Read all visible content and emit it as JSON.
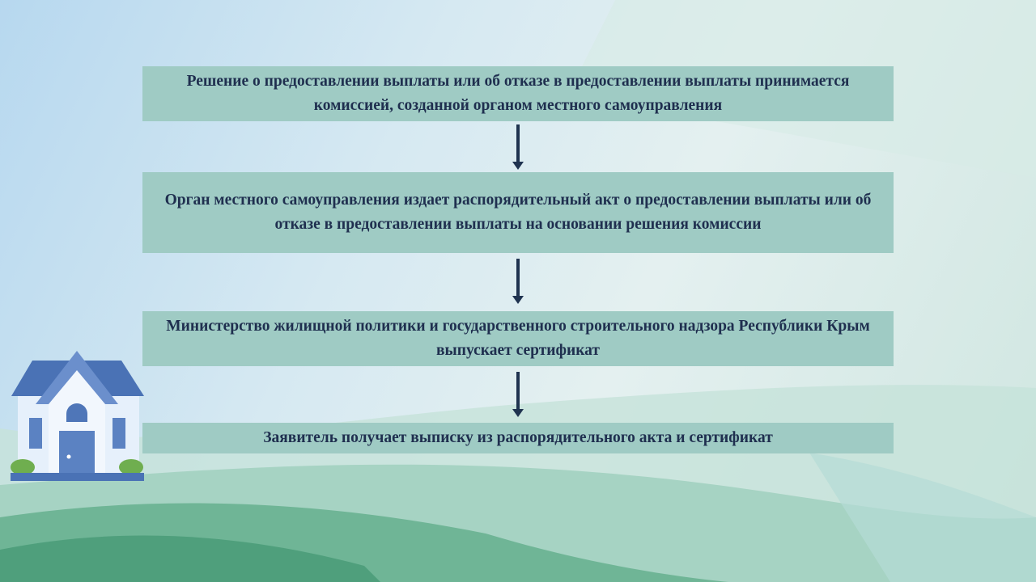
{
  "steps": [
    {
      "text": "Решение о предоставлении выплаты или об отказе в предоставлении выплаты принимается комиссией, созданной органом местного самоуправления"
    },
    {
      "text": "Орган местного самоуправления издает распорядительный акт о предоставлении выплаты или об отказе в предоставлении выплаты на основании решения комиссии"
    },
    {
      "text": "Министерство жилищной политики и государственного строительного надзора Республики Крым выпускает сертификат"
    },
    {
      "text": "Заявитель получает выписку из распорядительного акта и сертификат"
    }
  ],
  "colors": {
    "box": "#9fcbc4",
    "text": "#1f2f4f",
    "arrow": "#1f3350",
    "house_roof": "#4a72b5",
    "house_wall": "#e6f0fb",
    "bush": "#6fae4f"
  }
}
